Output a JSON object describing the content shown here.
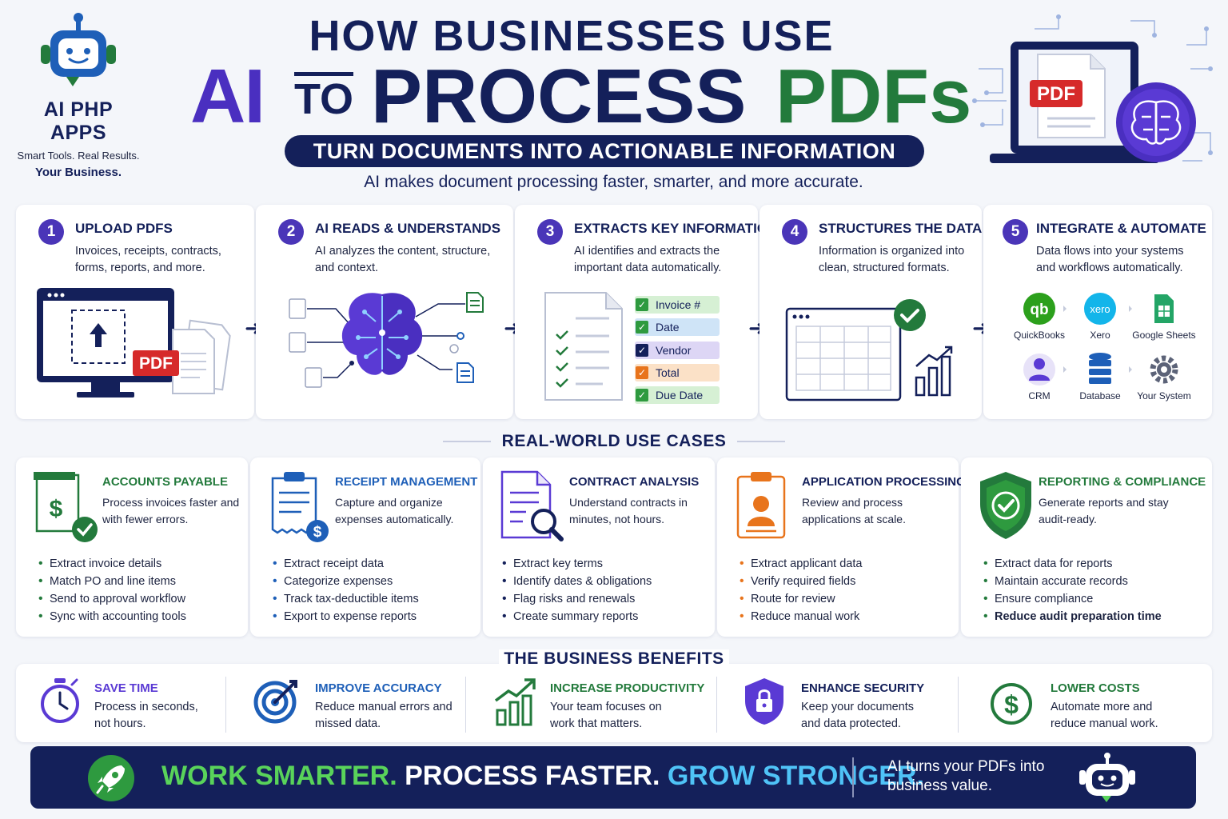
{
  "header": {
    "brand": "AI PHP APPS",
    "tagline_1": "Smart Tools. Real Results.",
    "tagline_2": "Your Business.",
    "title_top": "HOW BUSINESSES USE",
    "title_ai": "AI",
    "title_to": "TO",
    "title_process": "PROCESS",
    "title_pdfs": "PDFs",
    "banner": "TURN DOCUMENTS INTO ACTIONABLE INFORMATION",
    "subtitle": "AI makes document processing faster, smarter, and more accurate.",
    "hero_pdf_label": "PDF"
  },
  "steps": [
    {
      "num": "1",
      "title": "UPLOAD PDFS",
      "desc": "Invoices, receipts, contracts, forms, reports, and more.",
      "pdf_label": "PDF"
    },
    {
      "num": "2",
      "title": "AI READS & UNDERSTANDS",
      "desc": "AI analyzes the content, structure, and context."
    },
    {
      "num": "3",
      "title": "EXTRACTS KEY INFORMATION",
      "desc": "AI identifies and extracts the important data automatically.",
      "fields": [
        "Invoice #",
        "Date",
        "Vendor",
        "Total",
        "Due Date"
      ]
    },
    {
      "num": "4",
      "title": "STRUCTURES THE DATA",
      "desc": "Information is organized into clean, structured formats."
    },
    {
      "num": "5",
      "title": "INTEGRATE & AUTOMATE",
      "desc": "Data flows into your systems and workflows automatically.",
      "systems": [
        "QuickBooks",
        "Xero",
        "Google Sheets",
        "CRM",
        "Database",
        "Your System"
      ],
      "xero_logo": "xero",
      "qb_logo": "qb"
    }
  ],
  "use_cases_title": "REAL-WORLD USE CASES",
  "use_cases": [
    {
      "title": "ACCOUNTS PAYABLE",
      "desc": "Process invoices faster and with fewer errors.",
      "items": [
        "Extract invoice details",
        "Match PO and line items",
        "Send to approval workflow",
        "Sync with accounting tools"
      ]
    },
    {
      "title": "RECEIPT MANAGEMENT",
      "desc": "Capture and organize expenses automatically.",
      "items": [
        "Extract receipt data",
        "Categorize expenses",
        "Track tax-deductible items",
        "Export to expense reports"
      ]
    },
    {
      "title": "CONTRACT ANALYSIS",
      "desc": "Understand contracts in minutes, not hours.",
      "items": [
        "Extract key terms",
        "Identify dates & obligations",
        "Flag risks and renewals",
        "Create summary reports"
      ]
    },
    {
      "title": "APPLICATION PROCESSING",
      "desc": "Review and process applications at scale.",
      "items": [
        "Extract applicant data",
        "Verify required fields",
        "Route for review",
        "Reduce manual work"
      ]
    },
    {
      "title": "REPORTING & COMPLIANCE",
      "desc": "Generate reports and stay audit-ready.",
      "items": [
        "Extract data for reports",
        "Maintain accurate records",
        "Ensure compliance",
        "Reduce audit preparation time"
      ]
    }
  ],
  "benefits_title": "THE BUSINESS BENEFITS",
  "benefits": [
    {
      "title": "SAVE TIME",
      "desc": "Process in seconds, not hours."
    },
    {
      "title": "IMPROVE ACCURACY",
      "desc": "Reduce manual errors and missed data."
    },
    {
      "title": "INCREASE PRODUCTIVITY",
      "desc": "Your team focuses on work that matters."
    },
    {
      "title": "ENHANCE SECURITY",
      "desc": "Keep your documents and data protected."
    },
    {
      "title": "LOWER COSTS",
      "desc": "Automate more and reduce manual work."
    }
  ],
  "footer": {
    "slogan_1": "WORK SMARTER.",
    "slogan_2": "PROCESS FASTER.",
    "slogan_3": "GROW STRONGER.",
    "tagline": "AI turns your PDFs into business value."
  },
  "colors": {
    "navy": "#14205a",
    "purple": "#4a35b8",
    "green": "#237a3c",
    "bright_green": "#59d35a",
    "cyan": "#4fc3f7",
    "orange": "#e8741c",
    "blue": "#1e5fb8"
  }
}
